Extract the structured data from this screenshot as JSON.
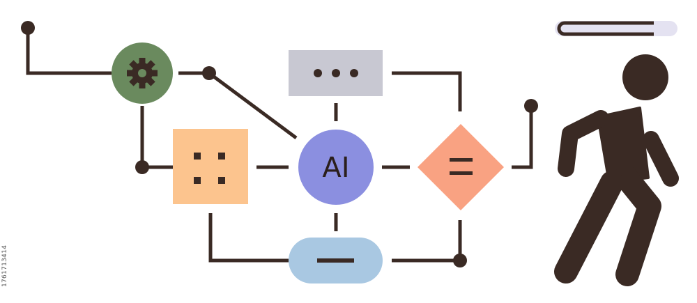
{
  "diagram": {
    "center_label": "AI",
    "stock_id": "1761713414",
    "colors": {
      "line": "#3a2a24",
      "gear_node": "#6a8a5e",
      "grid_node": "#fcc48e",
      "ai_node": "#8b8fe0",
      "decision_node": "#f9a282",
      "ellipsis_node": "#c8c8d2",
      "minus_node": "#a9c8e2",
      "person": "#3a2a24",
      "progress_track": "#e4e2f1",
      "progress_fill": "#3a2a24"
    },
    "icons": {
      "gear_node": "gear-icon",
      "grid_node": "grid-dots-icon",
      "ellipsis_node": "ellipsis-icon",
      "decision_node": "equals-icon",
      "minus_node": "minus-icon",
      "person": "walking-person-icon"
    },
    "progress": 0.8
  }
}
